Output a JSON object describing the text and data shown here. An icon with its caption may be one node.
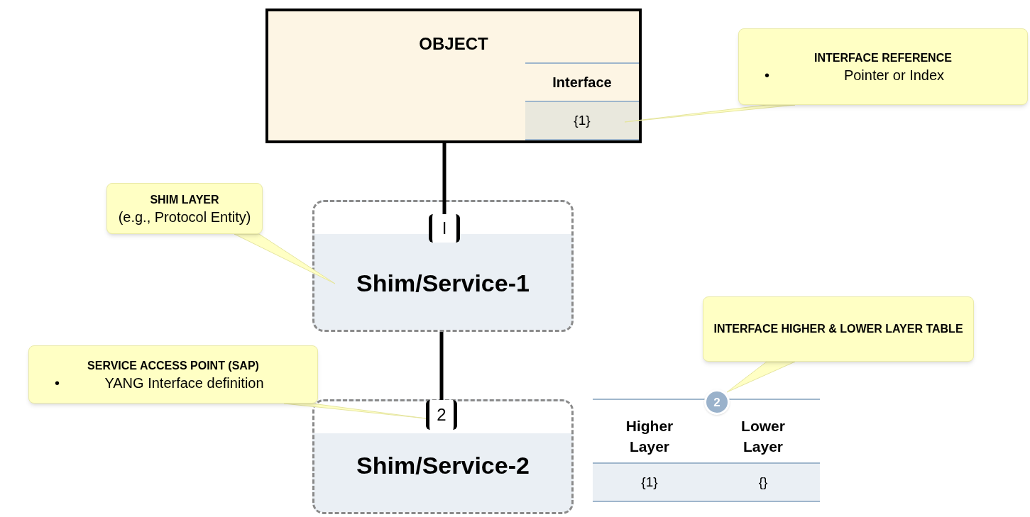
{
  "diagram": {
    "nodes": [
      {
        "text": [
          "OBJECT"
        ]
      },
      {
        "text": [
          "Interface",
          "{1}"
        ],
        "in": 0
      },
      {
        "text": [
          "INTERFACE REFERENCE",
          "•",
          "Pointer or Index"
        ]
      },
      {
        "text": [
          "Shim/Service-1"
        ]
      },
      {
        "text": [
          "I"
        ],
        "in": 3
      },
      {
        "text": [
          "SHIM LAYER",
          "(e.g., Protocol Entity)"
        ]
      },
      {
        "text": [
          "Shim/Service-2"
        ]
      },
      {
        "text": [
          "2"
        ],
        "in": 6
      },
      {
        "text": [
          "SERVICE ACCESS POINT (SAP)",
          "•",
          "YANG Interface definition"
        ]
      },
      {
        "text": [
          "Higher Layer",
          "Lower Layer",
          "{1}",
          "{}"
        ]
      },
      {
        "text": [
          "2"
        ],
        "in": 9
      },
      {
        "text": [
          "INTERFACE HIGHER & LOWER LAYER TABLE"
        ]
      }
    ],
    "edges": [
      {
        "from": 0,
        "to": 4,
        "arrow": "none"
      },
      {
        "from": 3,
        "to": 7,
        "arrow": "none"
      },
      {
        "from": 2,
        "to": 1,
        "arrow": "none"
      },
      {
        "from": 5,
        "to": 3,
        "arrow": "none"
      },
      {
        "from": 8,
        "to": 7,
        "arrow": "none"
      },
      {
        "from": 11,
        "to": 10,
        "arrow": "none"
      }
    ]
  }
}
